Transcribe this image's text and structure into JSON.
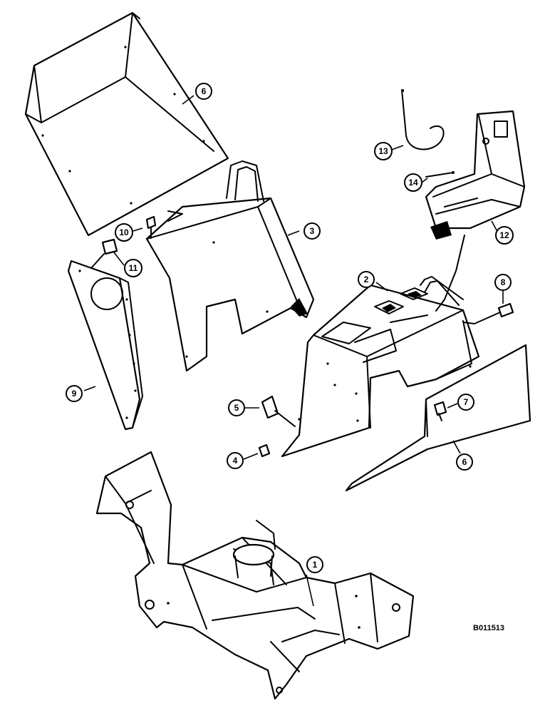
{
  "diagram": {
    "code": "B011513",
    "callouts": [
      "1",
      "2",
      "3",
      "4",
      "5",
      "6",
      "6",
      "7",
      "8",
      "9",
      "10",
      "11",
      "12",
      "13",
      "14"
    ]
  }
}
